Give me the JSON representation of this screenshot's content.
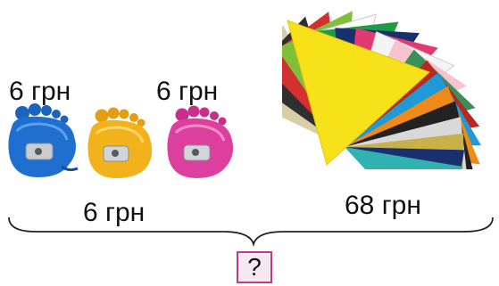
{
  "prices": {
    "sharpener_1": "6 грн",
    "sharpener_2": "6 грн",
    "sharpener_3": "6 грн",
    "paper": "68 грн"
  },
  "question": "?",
  "colors": {
    "sharpener_blue": "#1f6fd1",
    "sharpener_yellow": "#f2b21c",
    "sharpener_pink": "#dd3f9f",
    "question_border": "#c0398a",
    "question_bg": "#f6e8f1"
  },
  "icons": [
    "sharpener-icon",
    "colored-paper-icon",
    "curly-brace-icon"
  ]
}
